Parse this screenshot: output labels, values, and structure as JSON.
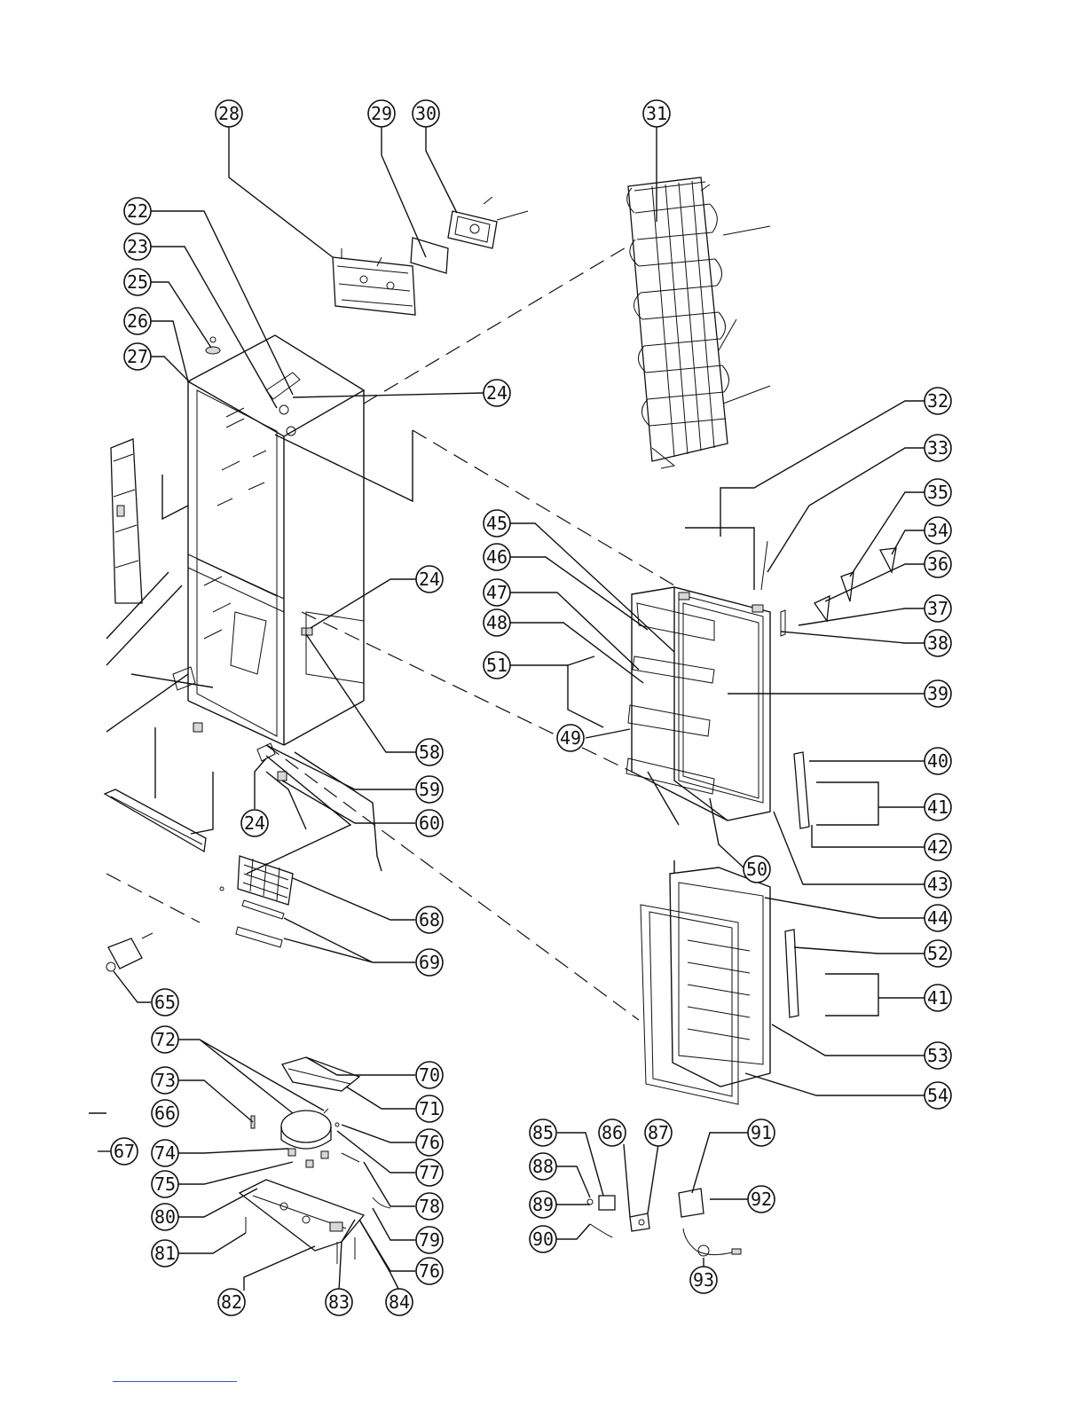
{
  "callouts": [
    {
      "id": "c28",
      "label": "28"
    },
    {
      "id": "c29",
      "label": "29"
    },
    {
      "id": "c30",
      "label": "30"
    },
    {
      "id": "c31",
      "label": "31"
    },
    {
      "id": "c22",
      "label": "22"
    },
    {
      "id": "c23",
      "label": "23"
    },
    {
      "id": "c25",
      "label": "25"
    },
    {
      "id": "c26",
      "label": "26"
    },
    {
      "id": "c27",
      "label": "27"
    },
    {
      "id": "c24a",
      "label": "24"
    },
    {
      "id": "c24b",
      "label": "24"
    },
    {
      "id": "c24c",
      "label": "24"
    },
    {
      "id": "c32",
      "label": "32"
    },
    {
      "id": "c33",
      "label": "33"
    },
    {
      "id": "c35",
      "label": "35"
    },
    {
      "id": "c34",
      "label": "34"
    },
    {
      "id": "c36",
      "label": "36"
    },
    {
      "id": "c37",
      "label": "37"
    },
    {
      "id": "c38",
      "label": "38"
    },
    {
      "id": "c39",
      "label": "39"
    },
    {
      "id": "c45",
      "label": "45"
    },
    {
      "id": "c46",
      "label": "46"
    },
    {
      "id": "c47",
      "label": "47"
    },
    {
      "id": "c48",
      "label": "48"
    },
    {
      "id": "c51",
      "label": "51"
    },
    {
      "id": "c49",
      "label": "49"
    },
    {
      "id": "c58",
      "label": "58"
    },
    {
      "id": "c59",
      "label": "59"
    },
    {
      "id": "c60",
      "label": "60"
    },
    {
      "id": "c40",
      "label": "40"
    },
    {
      "id": "c41a",
      "label": "41"
    },
    {
      "id": "c42",
      "label": "42"
    },
    {
      "id": "c50",
      "label": "50"
    },
    {
      "id": "c43",
      "label": "43"
    },
    {
      "id": "c44",
      "label": "44"
    },
    {
      "id": "c52",
      "label": "52"
    },
    {
      "id": "c41b",
      "label": "41"
    },
    {
      "id": "c53",
      "label": "53"
    },
    {
      "id": "c54",
      "label": "54"
    },
    {
      "id": "c68",
      "label": "68"
    },
    {
      "id": "c69",
      "label": "69"
    },
    {
      "id": "c65",
      "label": "65"
    },
    {
      "id": "c72",
      "label": "72"
    },
    {
      "id": "c73",
      "label": "73"
    },
    {
      "id": "c66",
      "label": "66"
    },
    {
      "id": "c67",
      "label": "67"
    },
    {
      "id": "c74",
      "label": "74"
    },
    {
      "id": "c75",
      "label": "75"
    },
    {
      "id": "c80",
      "label": "80"
    },
    {
      "id": "c81",
      "label": "81"
    },
    {
      "id": "c82",
      "label": "82"
    },
    {
      "id": "c83",
      "label": "83"
    },
    {
      "id": "c84",
      "label": "84"
    },
    {
      "id": "c70",
      "label": "70"
    },
    {
      "id": "c71",
      "label": "71"
    },
    {
      "id": "c76a",
      "label": "76"
    },
    {
      "id": "c77",
      "label": "77"
    },
    {
      "id": "c78",
      "label": "78"
    },
    {
      "id": "c79",
      "label": "79"
    },
    {
      "id": "c76b",
      "label": "76"
    },
    {
      "id": "c85",
      "label": "85"
    },
    {
      "id": "c86",
      "label": "86"
    },
    {
      "id": "c87",
      "label": "87"
    },
    {
      "id": "c88",
      "label": "88"
    },
    {
      "id": "c89",
      "label": "89"
    },
    {
      "id": "c90",
      "label": "90"
    },
    {
      "id": "c91",
      "label": "91"
    },
    {
      "id": "c92",
      "label": "92"
    },
    {
      "id": "c93",
      "label": "93"
    }
  ]
}
